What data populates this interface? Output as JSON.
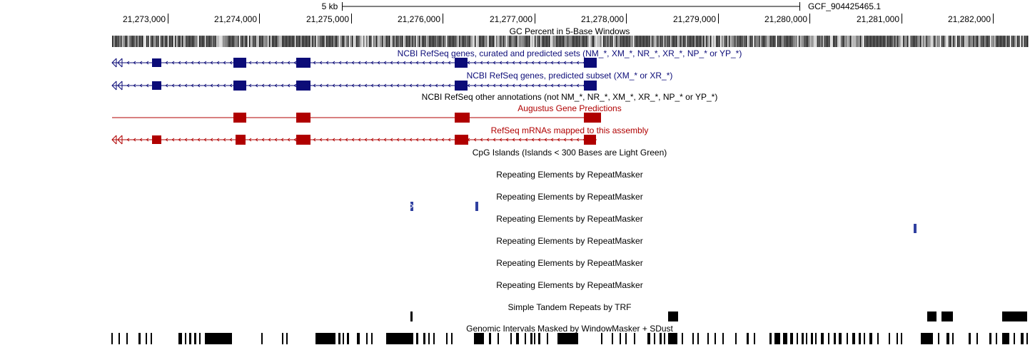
{
  "ruler": {
    "scale_label": "5 kb",
    "assembly": "GCF_904425465.1",
    "ticks": [
      "21,273,000",
      "21,274,000",
      "21,275,000",
      "21,276,000",
      "21,277,000",
      "21,278,000",
      "21,279,000",
      "21,280,000",
      "21,281,000",
      "21,282,000"
    ]
  },
  "tracks": {
    "gc": "GC Percent in 5-Base Windows",
    "refseq_all": "NCBI RefSeq genes, curated and predicted sets (NM_*, XM_*, NR_*, XR_*, NP_* or YP_*)",
    "refseq_pred": "NCBI RefSeq genes, predicted subset (XM_* or XR_*)",
    "refseq_other": "NCBI RefSeq other annotations (not NM_*, NR_*, XM_*, XR_*, NP_* or YP_*)",
    "augustus": "Augustus Gene Predictions",
    "mrna": "RefSeq mRNAs mapped to this assembly",
    "cpg": "CpG Islands (Islands < 300 Bases are Light Green)",
    "rmsk": [
      "Repeating Elements by RepeatMasker",
      "Repeating Elements by RepeatMasker",
      "Repeating Elements by RepeatMasker",
      "Repeating Elements by RepeatMasker",
      "Repeating Elements by RepeatMasker",
      "Repeating Elements by RepeatMasker"
    ],
    "trf": "Simple Tandem Repeats by TRF",
    "windowmasker": "Genomic Intervals Masked by WindowMasker + SDust"
  },
  "colors": {
    "refseq": "#0c0c78",
    "refseq_label": "#0c0c78",
    "augustus": "#b00000",
    "repeat": "#3040a0",
    "black": "#000000"
  }
}
